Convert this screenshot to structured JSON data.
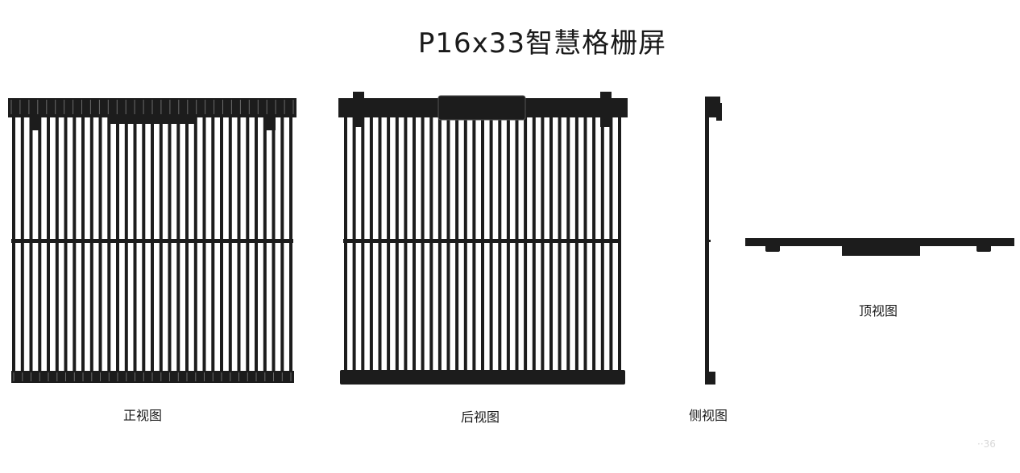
{
  "title": "P16x33智慧格栅屏",
  "colors": {
    "frame": "#1c1c1c",
    "background": "#ffffff",
    "watermark": "#d8d8d8"
  },
  "views": {
    "front": {
      "label": "正视图"
    },
    "back": {
      "label": "后视图"
    },
    "side": {
      "label": "侧视图"
    },
    "top": {
      "label": "顶视图"
    }
  },
  "watermark": "··36"
}
